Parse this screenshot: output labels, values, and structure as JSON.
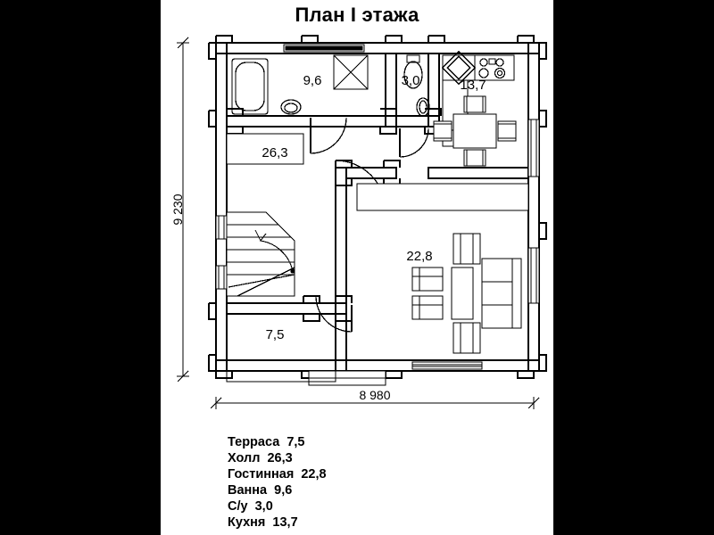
{
  "drawing": {
    "title": "План I этажа",
    "type": "architectural-floor-plan",
    "units": "mm (dimensions), m² (areas)",
    "line_color": "#000000",
    "background_color": "#ffffff",
    "canvas_background": "#000000"
  },
  "dimensions": {
    "vertical_label": "9 230",
    "horizontal_label": "8 980"
  },
  "room_area_labels": {
    "bathroom": "9,6",
    "wc": "3,0",
    "kitchen": "13,7",
    "hall": "26,3",
    "living": "22,8",
    "terrace": "7,5"
  },
  "legend": {
    "items": [
      {
        "name": "Терраса",
        "area": "7,5",
        "text": "Терраса  7,5"
      },
      {
        "name": "Холл",
        "area": "26,3",
        "text": "Холл  26,3"
      },
      {
        "name": "Гостинная",
        "area": "22,8",
        "text": "Гостинная  22,8"
      },
      {
        "name": "Ванна",
        "area": "9,6",
        "text": "Ванна  9,6"
      },
      {
        "name": "С/у",
        "area": "3,0",
        "text": "С/у  3,0"
      },
      {
        "name": "Кухня",
        "area": "13,7",
        "text": "Кухня  13,7"
      }
    ]
  },
  "fixtures": {
    "bathtub": "bathtub-icon",
    "bath_sink": "sink-icon",
    "shower": "shower-stall-icon",
    "toilet": "toilet-icon",
    "wc_sink": "small-sink-icon",
    "stove": "stove-four-burner-icon",
    "corner_counter": "corner-counter-icon",
    "dining_table": "dining-table-icon",
    "dining_chairs": "chair-icon",
    "sofa": "sofa-icon",
    "armchair": "armchair-icon",
    "coffee_table": "coffee-table-icon",
    "stairs": "staircase-icon",
    "stair_direction": "stair-direction-arrow-icon"
  }
}
